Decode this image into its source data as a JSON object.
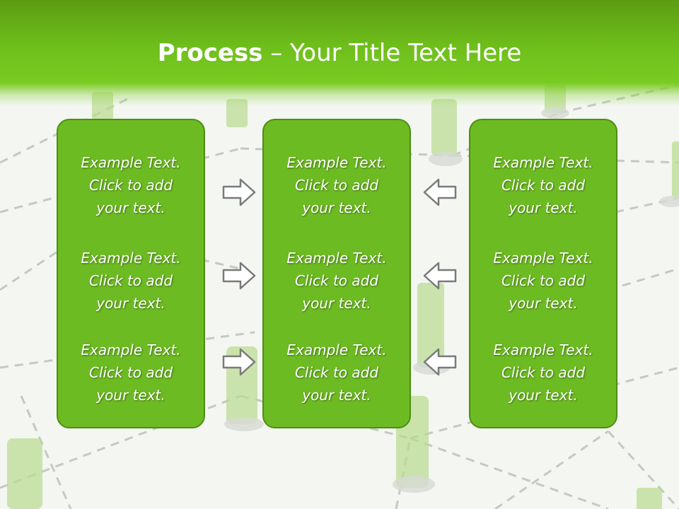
{
  "slide": {
    "title_bold": "Process",
    "title_rest": " – Your Title Text Here"
  },
  "columns": [
    {
      "blocks": [
        {
          "line1": "Example Text.",
          "line2": "Click  to add",
          "line3": "your text."
        },
        {
          "line1": "Example Text.",
          "line2": "Click  to add",
          "line3": "your text."
        },
        {
          "line1": "Example Text.",
          "line2": "Click  to add",
          "line3": "your text."
        }
      ]
    },
    {
      "blocks": [
        {
          "line1": "Example Text.",
          "line2": "Click  to add",
          "line3": "your text."
        },
        {
          "line1": "Example Text.",
          "line2": "Click  to add",
          "line3": "your text."
        },
        {
          "line1": "Example Text.",
          "line2": "Click  to add",
          "line3": "your text."
        }
      ]
    },
    {
      "blocks": [
        {
          "line1": "Example Text.",
          "line2": "Click  to add",
          "line3": "your text."
        },
        {
          "line1": "Example Text.",
          "line2": "Click  to add",
          "line3": "your text."
        },
        {
          "line1": "Example Text.",
          "line2": "Click  to add",
          "line3": "your text."
        }
      ]
    }
  ],
  "arrows": {
    "left_group": [
      "arrow-right-icon",
      "arrow-right-icon",
      "arrow-right-icon"
    ],
    "right_group": [
      "arrow-left-icon",
      "arrow-left-icon",
      "arrow-left-icon"
    ]
  },
  "colors": {
    "header": "#6fbf1c",
    "panel": "#6dbb22",
    "panel_border": "#4e8d14",
    "text": "#ffffff",
    "arrow_stroke": "#7a7a7a"
  }
}
